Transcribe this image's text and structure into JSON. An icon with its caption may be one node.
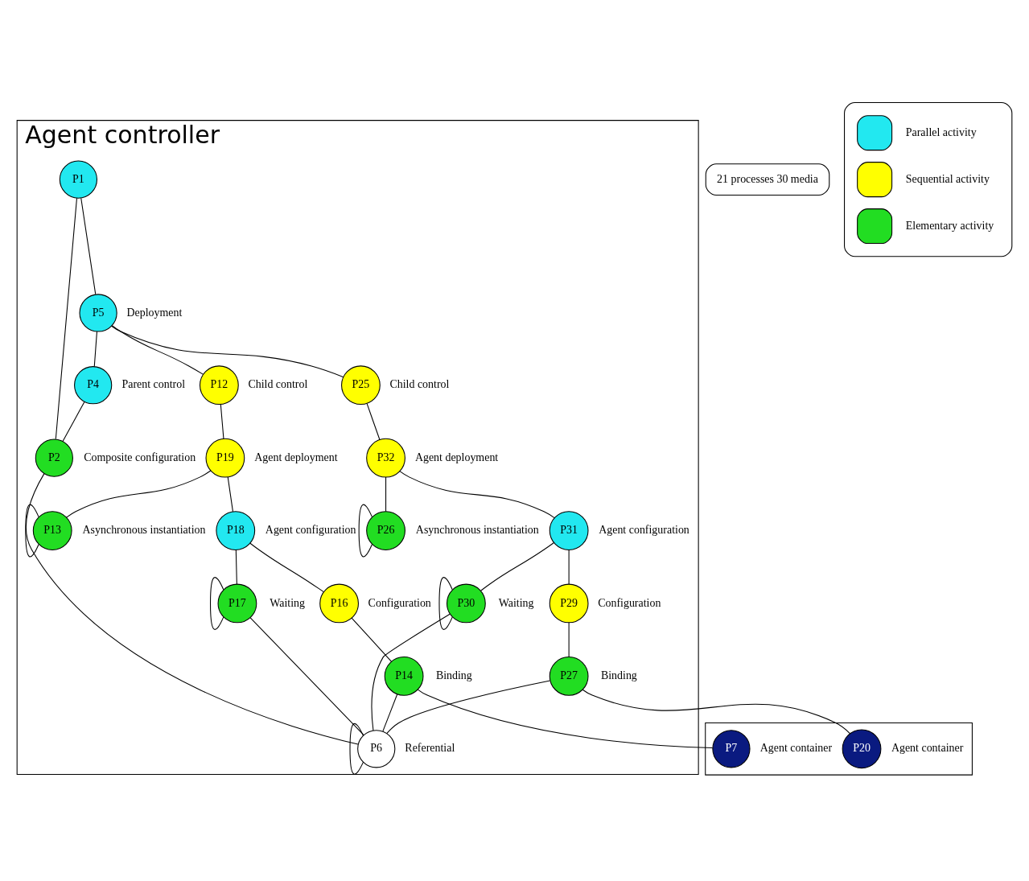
{
  "diagram": {
    "nodes": [
      {
        "text": [
          "Agent controller"
        ]
      },
      {
        "text": [
          "P1"
        ],
        "in": 0
      },
      {
        "text": [
          "P5"
        ],
        "in": 0,
        "beside": [
          "Deployment"
        ]
      },
      {
        "text": [
          "P4"
        ],
        "in": 0,
        "beside": [
          "Parent control"
        ]
      },
      {
        "text": [
          "P12"
        ],
        "in": 0,
        "beside": [
          "Child control"
        ]
      },
      {
        "text": [
          "P25"
        ],
        "in": 0,
        "beside": [
          "Child control"
        ]
      },
      {
        "text": [
          "P2"
        ],
        "in": 0,
        "beside": [
          "Composite configuration"
        ]
      },
      {
        "text": [
          "P19"
        ],
        "in": 0,
        "beside": [
          "Agent deployment"
        ]
      },
      {
        "text": [
          "P32"
        ],
        "in": 0,
        "beside": [
          "Agent deployment"
        ]
      },
      {
        "text": [
          "P13"
        ],
        "in": 0,
        "beside": [
          "Asynchronous instantiation"
        ]
      },
      {
        "text": [
          "P18"
        ],
        "in": 0,
        "beside": [
          "Agent configuration"
        ]
      },
      {
        "text": [
          "P26"
        ],
        "in": 0,
        "beside": [
          "Asynchronous instantiation"
        ]
      },
      {
        "text": [
          "P31"
        ],
        "in": 0,
        "beside": [
          "Agent configuration"
        ]
      },
      {
        "text": [
          "P17"
        ],
        "in": 0,
        "beside": [
          "Waiting"
        ]
      },
      {
        "text": [
          "P16"
        ],
        "in": 0,
        "beside": [
          "Configuration"
        ]
      },
      {
        "text": [
          "P30"
        ],
        "in": 0,
        "beside": [
          "Waiting"
        ]
      },
      {
        "text": [
          "P29"
        ],
        "in": 0,
        "beside": [
          "Configuration"
        ]
      },
      {
        "text": [
          "P14"
        ],
        "in": 0,
        "beside": [
          "Binding"
        ]
      },
      {
        "text": [
          "P27"
        ],
        "in": 0,
        "beside": [
          "Binding"
        ]
      },
      {
        "text": [
          "P6"
        ],
        "in": 0,
        "beside": [
          "Referential"
        ]
      },
      {
        "text": [],
        "shape": "box"
      },
      {
        "text": [
          "P7"
        ],
        "in": 20,
        "beside": [
          "Agent container"
        ]
      },
      {
        "text": [
          "P20"
        ],
        "in": 20,
        "beside": [
          "Agent container"
        ]
      },
      {
        "text": [
          "21 processes 30 media"
        ]
      }
    ],
    "edges": [
      {
        "from": 1,
        "to": 2,
        "arrow": "none"
      },
      {
        "from": 1,
        "to": 6,
        "arrow": "none"
      },
      {
        "from": 2,
        "to": 3,
        "arrow": "none"
      },
      {
        "from": 2,
        "to": 4,
        "arrow": "none"
      },
      {
        "from": 2,
        "to": 5,
        "arrow": "none"
      },
      {
        "from": 3,
        "to": 6,
        "arrow": "none"
      },
      {
        "from": 4,
        "to": 7,
        "arrow": "none"
      },
      {
        "from": 5,
        "to": 8,
        "arrow": "none"
      },
      {
        "from": 7,
        "to": 9,
        "arrow": "none"
      },
      {
        "from": 7,
        "to": 10,
        "arrow": "none"
      },
      {
        "from": 8,
        "to": 11,
        "arrow": "none"
      },
      {
        "from": 8,
        "to": 12,
        "arrow": "none"
      },
      {
        "from": 9,
        "to": 9,
        "arrow": "none"
      },
      {
        "from": 11,
        "to": 11,
        "arrow": "none"
      },
      {
        "from": 10,
        "to": 13,
        "arrow": "none"
      },
      {
        "from": 10,
        "to": 14,
        "arrow": "none"
      },
      {
        "from": 12,
        "to": 15,
        "arrow": "none"
      },
      {
        "from": 12,
        "to": 16,
        "arrow": "none"
      },
      {
        "from": 13,
        "to": 13,
        "arrow": "none"
      },
      {
        "from": 15,
        "to": 15,
        "arrow": "none"
      },
      {
        "from": 14,
        "to": 17,
        "arrow": "none"
      },
      {
        "from": 16,
        "to": 18,
        "arrow": "none"
      },
      {
        "from": 6,
        "to": 19,
        "arrow": "none"
      },
      {
        "from": 13,
        "to": 19,
        "arrow": "none"
      },
      {
        "from": 15,
        "to": 19,
        "arrow": "none"
      },
      {
        "from": 17,
        "to": 19,
        "arrow": "none"
      },
      {
        "from": 18,
        "to": 19,
        "arrow": "none"
      },
      {
        "from": 19,
        "to": 19,
        "arrow": "none"
      },
      {
        "from": 17,
        "to": 21,
        "arrow": "none"
      },
      {
        "from": 18,
        "to": 22,
        "arrow": "none"
      }
    ],
    "legend": [
      {
        "text": "Parallel activity",
        "color": "#22e8f0"
      },
      {
        "text": "Sequential activity",
        "color": "#ffff00"
      },
      {
        "text": "Elementary activity",
        "color": "#22dd22"
      }
    ]
  }
}
